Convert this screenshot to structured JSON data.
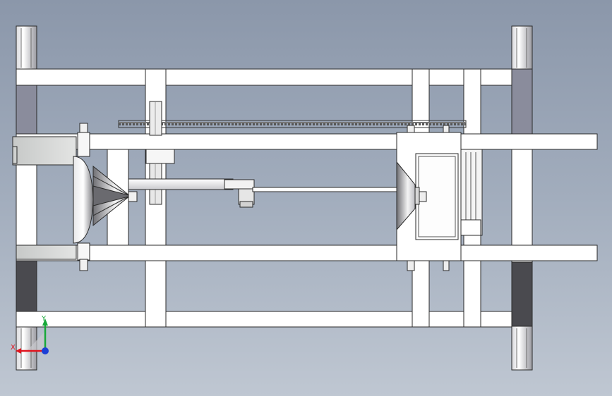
{
  "viewport": {
    "background_top": "#8b97aa",
    "background_bottom": "#bfc7d2"
  },
  "colors": {
    "frame_fill": "#ffffff",
    "edge": "#2a2a2a",
    "tire_dark": "#4a4a4f",
    "tire_mid": "#8a8c9c",
    "chain": "#555555",
    "axis_x": "#e0141e",
    "axis_y": "#18a83a",
    "axis_z": "#1c3fd6"
  },
  "model": {
    "components": [
      "chassis-frame",
      "wheels",
      "chain-drive",
      "motor-unit",
      "linkage-rod",
      "steering-hub"
    ]
  },
  "triad": {
    "x_label": "X",
    "y_label": "Y"
  }
}
